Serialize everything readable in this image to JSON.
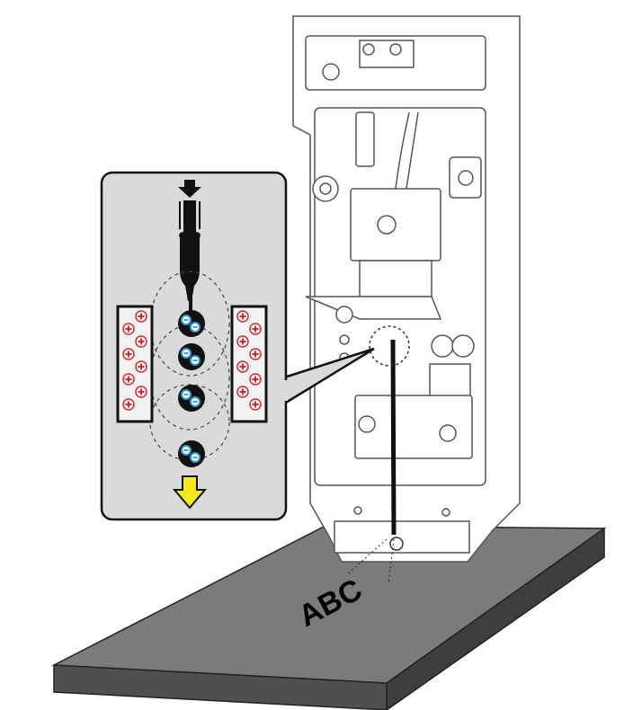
{
  "illustration": {
    "printed_text": "ABC",
    "colors": {
      "plate_top": "#7b7b7b",
      "plate_side": "#5a5a5a",
      "inset_bg": "#d9dadc",
      "positive_charge": "#d9252b",
      "negative_charge": "#2a9ad8",
      "flow_arrow": "#f6e81c"
    },
    "inset": {
      "positive_charges_per_electrode": 8,
      "droplets": 4,
      "charges_per_droplet": 2
    }
  }
}
